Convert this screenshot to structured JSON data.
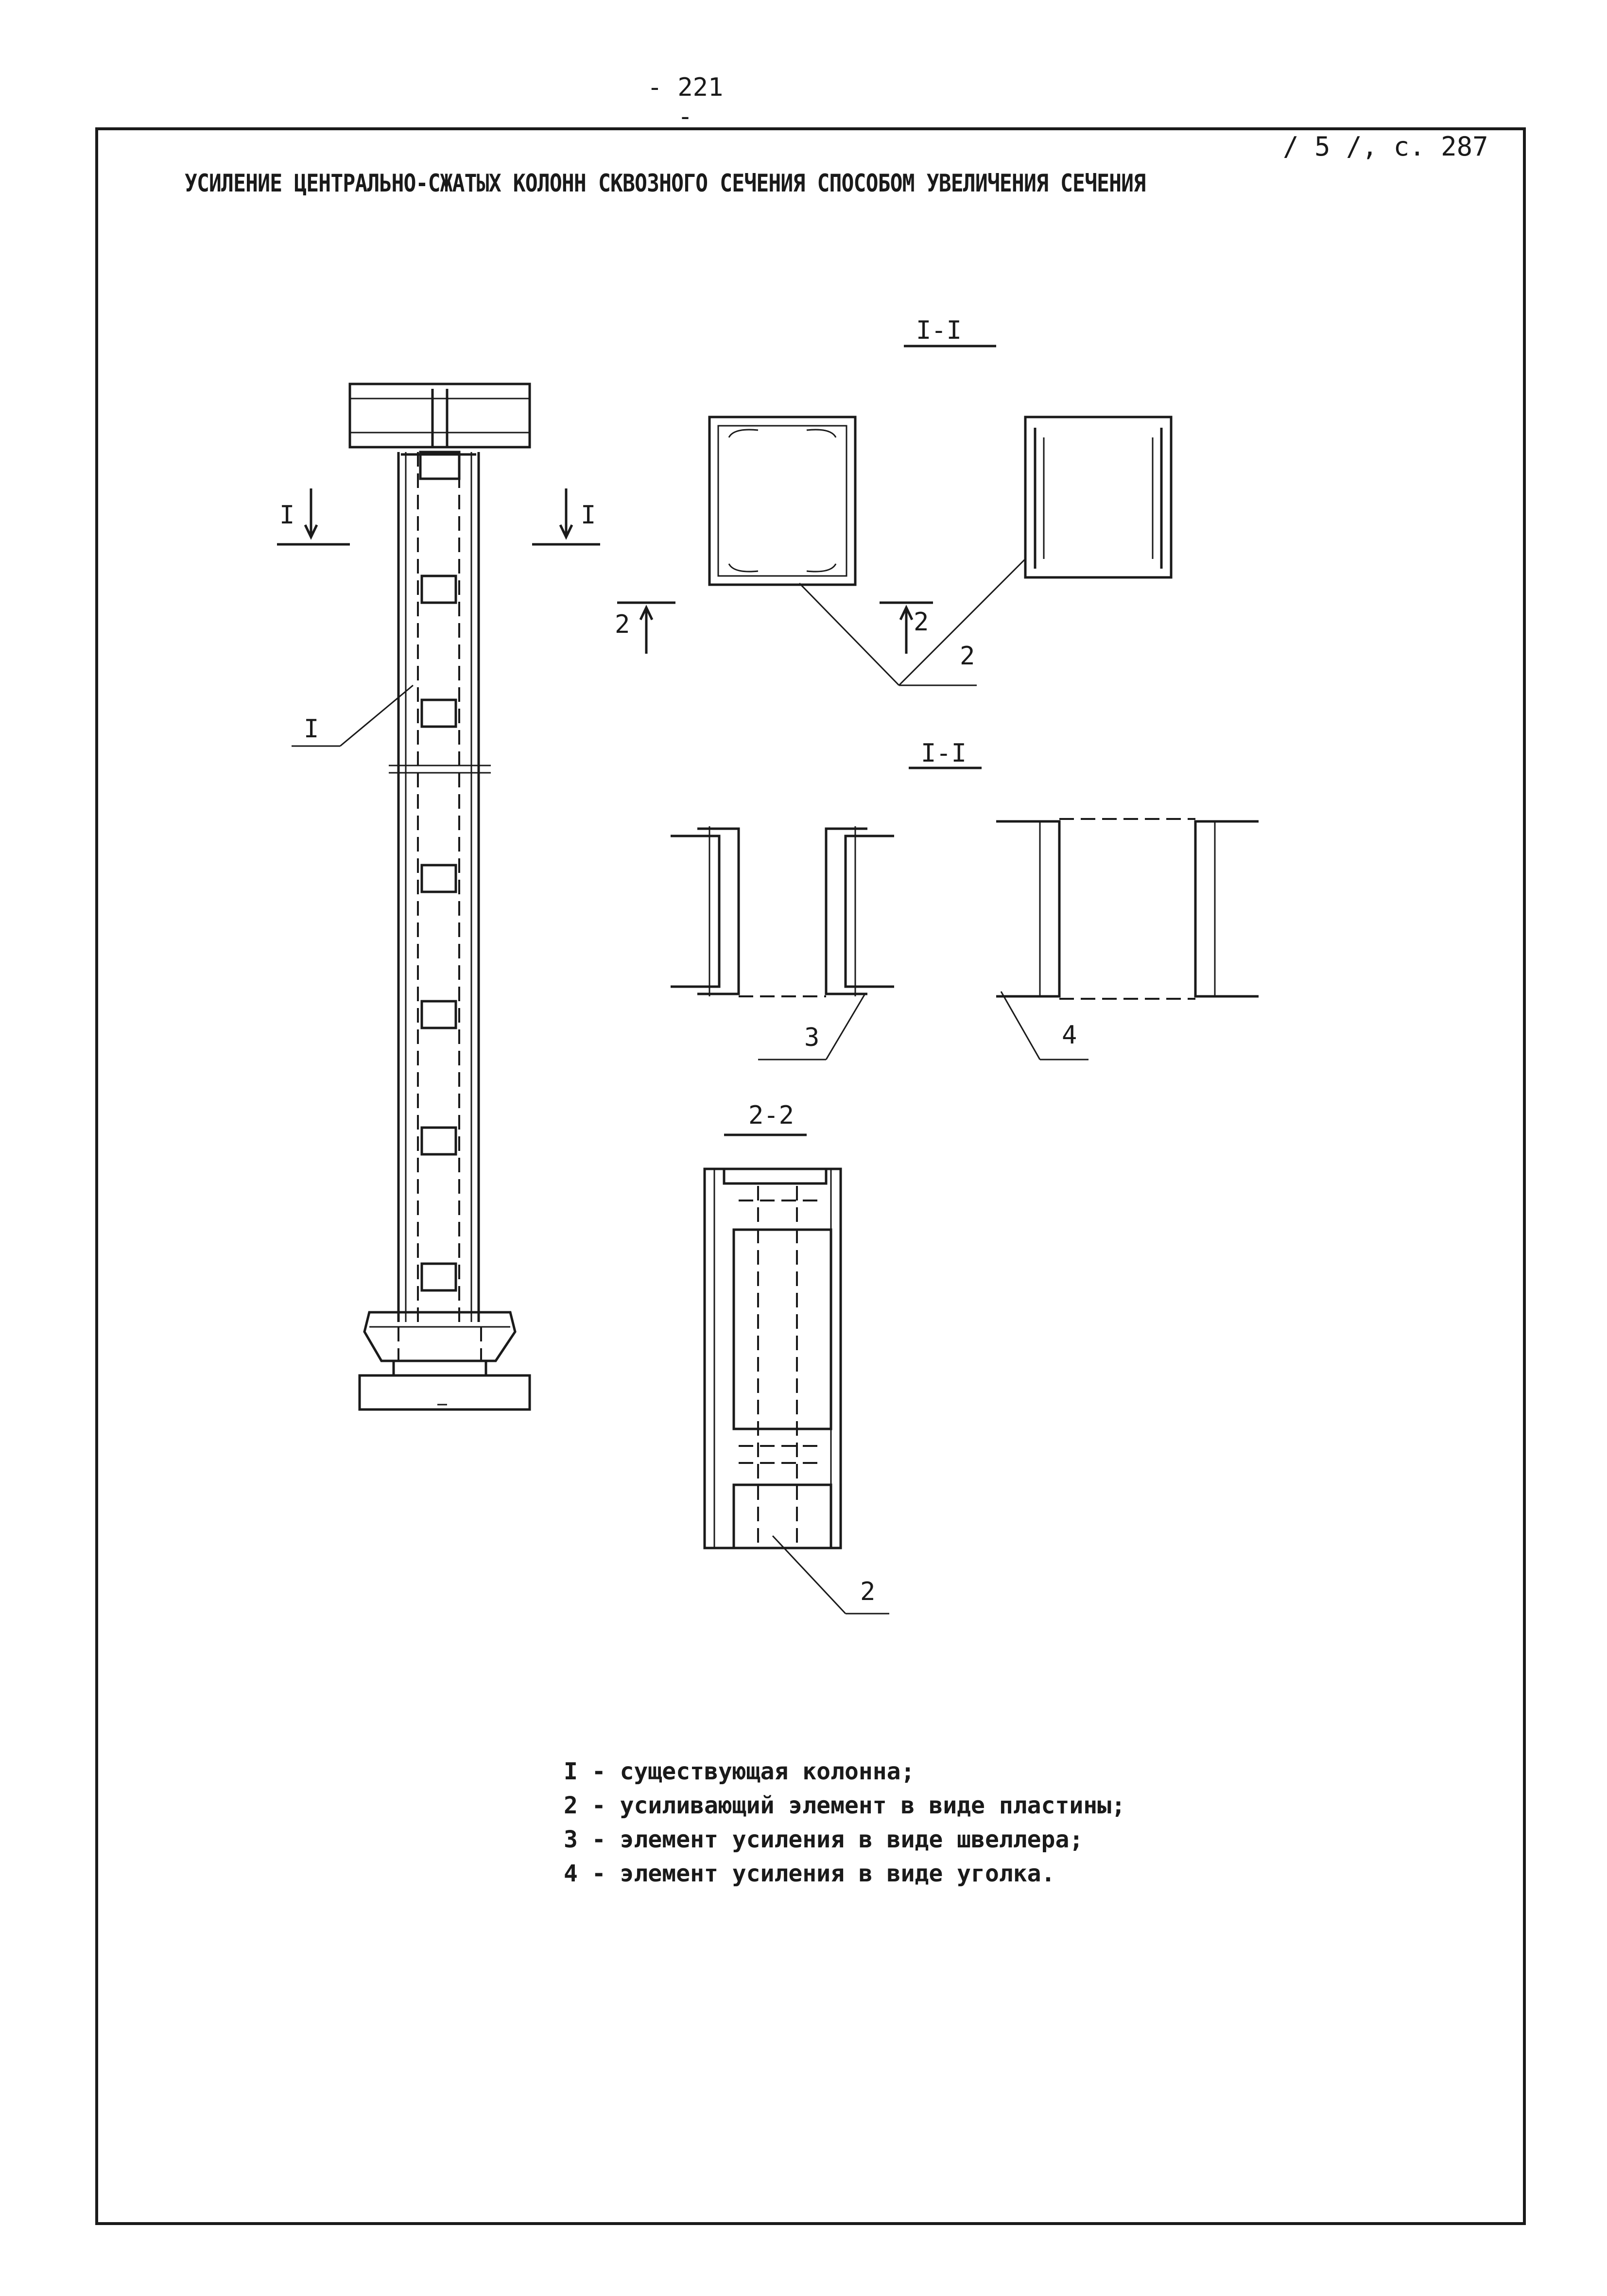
{
  "page_number": "- 221 -",
  "reference": "/ 5 /, с. 287",
  "title": "УСИЛЕНИЕ ЦЕНТРАЛЬНО-СЖАТЫХ КОЛОНН СКВОЗНОГО СЕЧЕНИЯ СПОСОБОМ УВЕЛИЧЕНИЯ СЕЧЕНИЯ",
  "labels": {
    "cut_left": "I",
    "cut_right": "I",
    "column_callout": "I",
    "section_1_top": "I-I",
    "section_1_bottom": "I-I",
    "section_2": "2-2",
    "cut2_left": "2",
    "cut2_right": "2",
    "plate_callout": "2",
    "channel_callout": "3",
    "angle_callout": "4",
    "plate_callout_2": "2"
  },
  "legend": [
    "I - существующая колонна;",
    "2 - усиливающий элемент в виде пластины;",
    "3 - элемент усиления в виде швеллера;",
    "4 - элемент усиления в виде уголка."
  ]
}
